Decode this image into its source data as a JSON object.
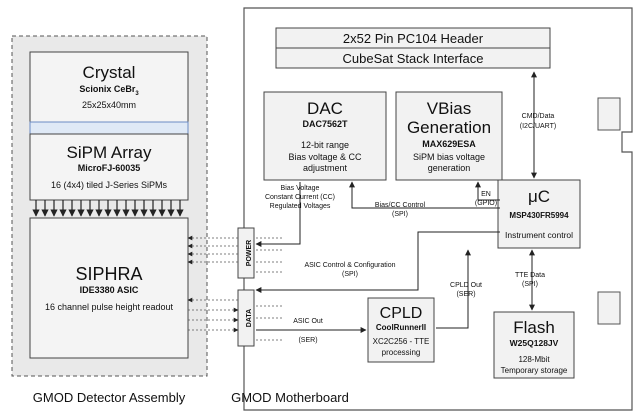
{
  "detector": {
    "crystal": {
      "title": "Crystal",
      "sub_main": "Scionix CeBr",
      "sub_subscript": "3",
      "dims": "25x25x40mm"
    },
    "sipm": {
      "title": "SiPM Array",
      "sub": "MicroFJ-60035",
      "desc": "16 (4x4) tiled J-Series SiPMs"
    },
    "siphra": {
      "title": "SIPHRA",
      "sub": "IDE3380 ASIC",
      "desc": "16 channel pulse height readout"
    },
    "caption": "GMOD Detector Assembly"
  },
  "motherboard": {
    "caption": "GMOD Motherboard",
    "header": {
      "line1": "2x52 Pin PC104 Header",
      "line2": "CubeSat Stack Interface"
    },
    "dac": {
      "title": "DAC",
      "sub": "DAC7562T",
      "desc1": "12-bit range",
      "desc2": "Bias voltage & CC",
      "desc3": "adjustment"
    },
    "vbias": {
      "title1": "VBias",
      "title2": "Generation",
      "sub": "MAX629ESA",
      "desc1": "SiPM bias voltage",
      "desc2": "generation"
    },
    "uc": {
      "title": "μC",
      "sub": "MSP430FR5994",
      "desc": "Instrument control"
    },
    "cpld": {
      "title": "CPLD",
      "sub": "CoolRunnerII",
      "desc1": "XC2C256 - TTE",
      "desc2": "processing"
    },
    "flash": {
      "title": "Flash",
      "sub": "W25Q128JV",
      "desc1": "128-Mbit",
      "desc2": "Temporary storage"
    },
    "power_label": "POWER",
    "data_label": "DATA"
  },
  "annotations": {
    "cmd1": "CMD/Data",
    "cmd2": "(I2C/UART)",
    "bias1": "Bias Voltage",
    "bias2": "Constant Current (CC)",
    "bias3": "Regulated Voltages",
    "biascc1": "Bias/CC Control",
    "biascc2": "(SPI)",
    "en1": "EN",
    "en2": "(GPIO)",
    "asicctl1": "ASIC Control & Configuration",
    "asicctl2": "(SPI)",
    "cpldout1": "CPLD Out",
    "cpldout2": "(SER)",
    "tte1": "TTE Data",
    "tte2": "(SPI)",
    "asicout1": "ASIC Out",
    "asicout2": "(SER)"
  }
}
